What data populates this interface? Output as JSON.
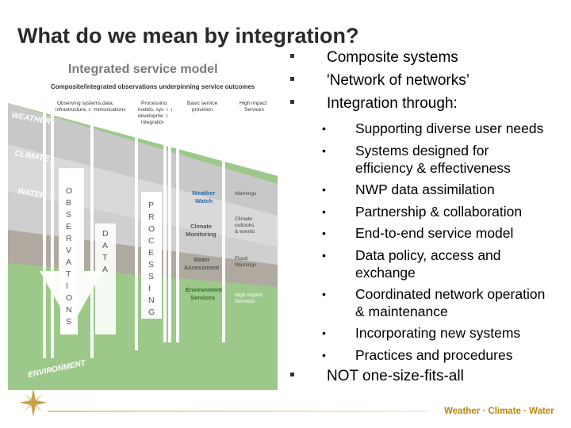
{
  "slide": {
    "title": "What do we mean by integration?"
  },
  "diagram": {
    "heading": "Integrated service model",
    "subheading": "Composite/integrated observations underpinning service outcomes",
    "columns": [
      "Observing systems,data, infrastructure, communications",
      "Processing models, system development, integration",
      "Basic service provision",
      "High impact Services"
    ],
    "bands": [
      "WEATHER",
      "CLIMATE",
      "WATER",
      "ENVIRONMENT"
    ],
    "observations_letters": [
      "O",
      "B",
      "S",
      "E",
      "R",
      "V",
      "A",
      "T",
      "I",
      "O",
      "N",
      "S"
    ],
    "data_letters": [
      "D",
      "A",
      "T",
      "A"
    ],
    "processing_letters": [
      "P",
      "R",
      "O",
      "C",
      "E",
      "S",
      "S",
      "I",
      "N",
      "G"
    ],
    "basic_services": [
      "Weather Watch",
      "Climate Monitoring",
      "Water Assessment",
      "Environment Services"
    ],
    "high_impact": [
      "Warnings",
      "Climate outlooks & events",
      "Flood Warnings",
      "High Impact Services"
    ]
  },
  "bullets": {
    "level1": [
      "Composite systems",
      "'Network of networks’",
      "Integration through:",
      "NOT one-size-fits-all"
    ],
    "level2": [
      [
        "Supporting diverse user needs"
      ],
      [
        "Systems designed for",
        "efficiency & effectiveness"
      ],
      [
        "NWP data assimilation"
      ],
      [
        "Partnership & collaboration"
      ],
      [
        "End-to-end service model"
      ],
      [
        "Data policy, access and",
        "exchange"
      ],
      [
        "Coordinated network operation",
        "& maintenance"
      ],
      [
        "Incorporating new systems"
      ],
      [
        "Practices and procedures"
      ]
    ]
  },
  "footer": {
    "brand": "Weather · Climate · Water"
  }
}
